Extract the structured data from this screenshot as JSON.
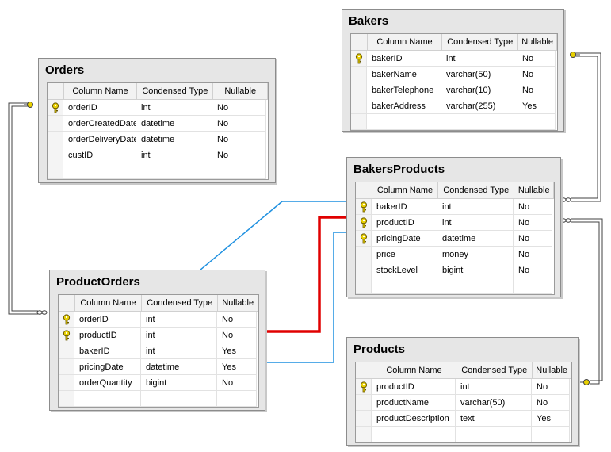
{
  "columns_header": [
    "Column Name",
    "Condensed Type",
    "Nullable"
  ],
  "tables": {
    "orders": {
      "title": "Orders",
      "rows": [
        {
          "name": "orderID",
          "type": "int",
          "nullable": "No",
          "key": true
        },
        {
          "name": "orderCreatedDate",
          "type": "datetime",
          "nullable": "No",
          "key": false
        },
        {
          "name": "orderDeliveryDate",
          "type": "datetime",
          "nullable": "No",
          "key": false
        },
        {
          "name": "custID",
          "type": "int",
          "nullable": "No",
          "key": false
        }
      ]
    },
    "bakers": {
      "title": "Bakers",
      "rows": [
        {
          "name": "bakerID",
          "type": "int",
          "nullable": "No",
          "key": true
        },
        {
          "name": "bakerName",
          "type": "varchar(50)",
          "nullable": "No",
          "key": false
        },
        {
          "name": "bakerTelephone",
          "type": "varchar(10)",
          "nullable": "No",
          "key": false
        },
        {
          "name": "bakerAddress",
          "type": "varchar(255)",
          "nullable": "Yes",
          "key": false
        }
      ]
    },
    "bakersproducts": {
      "title": "BakersProducts",
      "rows": [
        {
          "name": "bakerID",
          "type": "int",
          "nullable": "No",
          "key": true
        },
        {
          "name": "productID",
          "type": "int",
          "nullable": "No",
          "key": true
        },
        {
          "name": "pricingDate",
          "type": "datetime",
          "nullable": "No",
          "key": true
        },
        {
          "name": "price",
          "type": "money",
          "nullable": "No",
          "key": false
        },
        {
          "name": "stockLevel",
          "type": "bigint",
          "nullable": "No",
          "key": false
        }
      ]
    },
    "productorders": {
      "title": "ProductOrders",
      "rows": [
        {
          "name": "orderID",
          "type": "int",
          "nullable": "No",
          "key": true
        },
        {
          "name": "productID",
          "type": "int",
          "nullable": "No",
          "key": true
        },
        {
          "name": "bakerID",
          "type": "int",
          "nullable": "Yes",
          "key": false
        },
        {
          "name": "pricingDate",
          "type": "datetime",
          "nullable": "Yes",
          "key": false
        },
        {
          "name": "orderQuantity",
          "type": "bigint",
          "nullable": "No",
          "key": false
        }
      ]
    },
    "products": {
      "title": "Products",
      "rows": [
        {
          "name": "productID",
          "type": "int",
          "nullable": "No",
          "key": true
        },
        {
          "name": "productName",
          "type": "varchar(50)",
          "nullable": "No",
          "key": false
        },
        {
          "name": "productDescription",
          "type": "text",
          "nullable": "Yes",
          "key": false
        }
      ]
    }
  },
  "colors": {
    "key_icon": "#e8d000",
    "relationship_line": "#404040",
    "annotation_blue": "#1e90e0",
    "annotation_red": "#e00000"
  }
}
